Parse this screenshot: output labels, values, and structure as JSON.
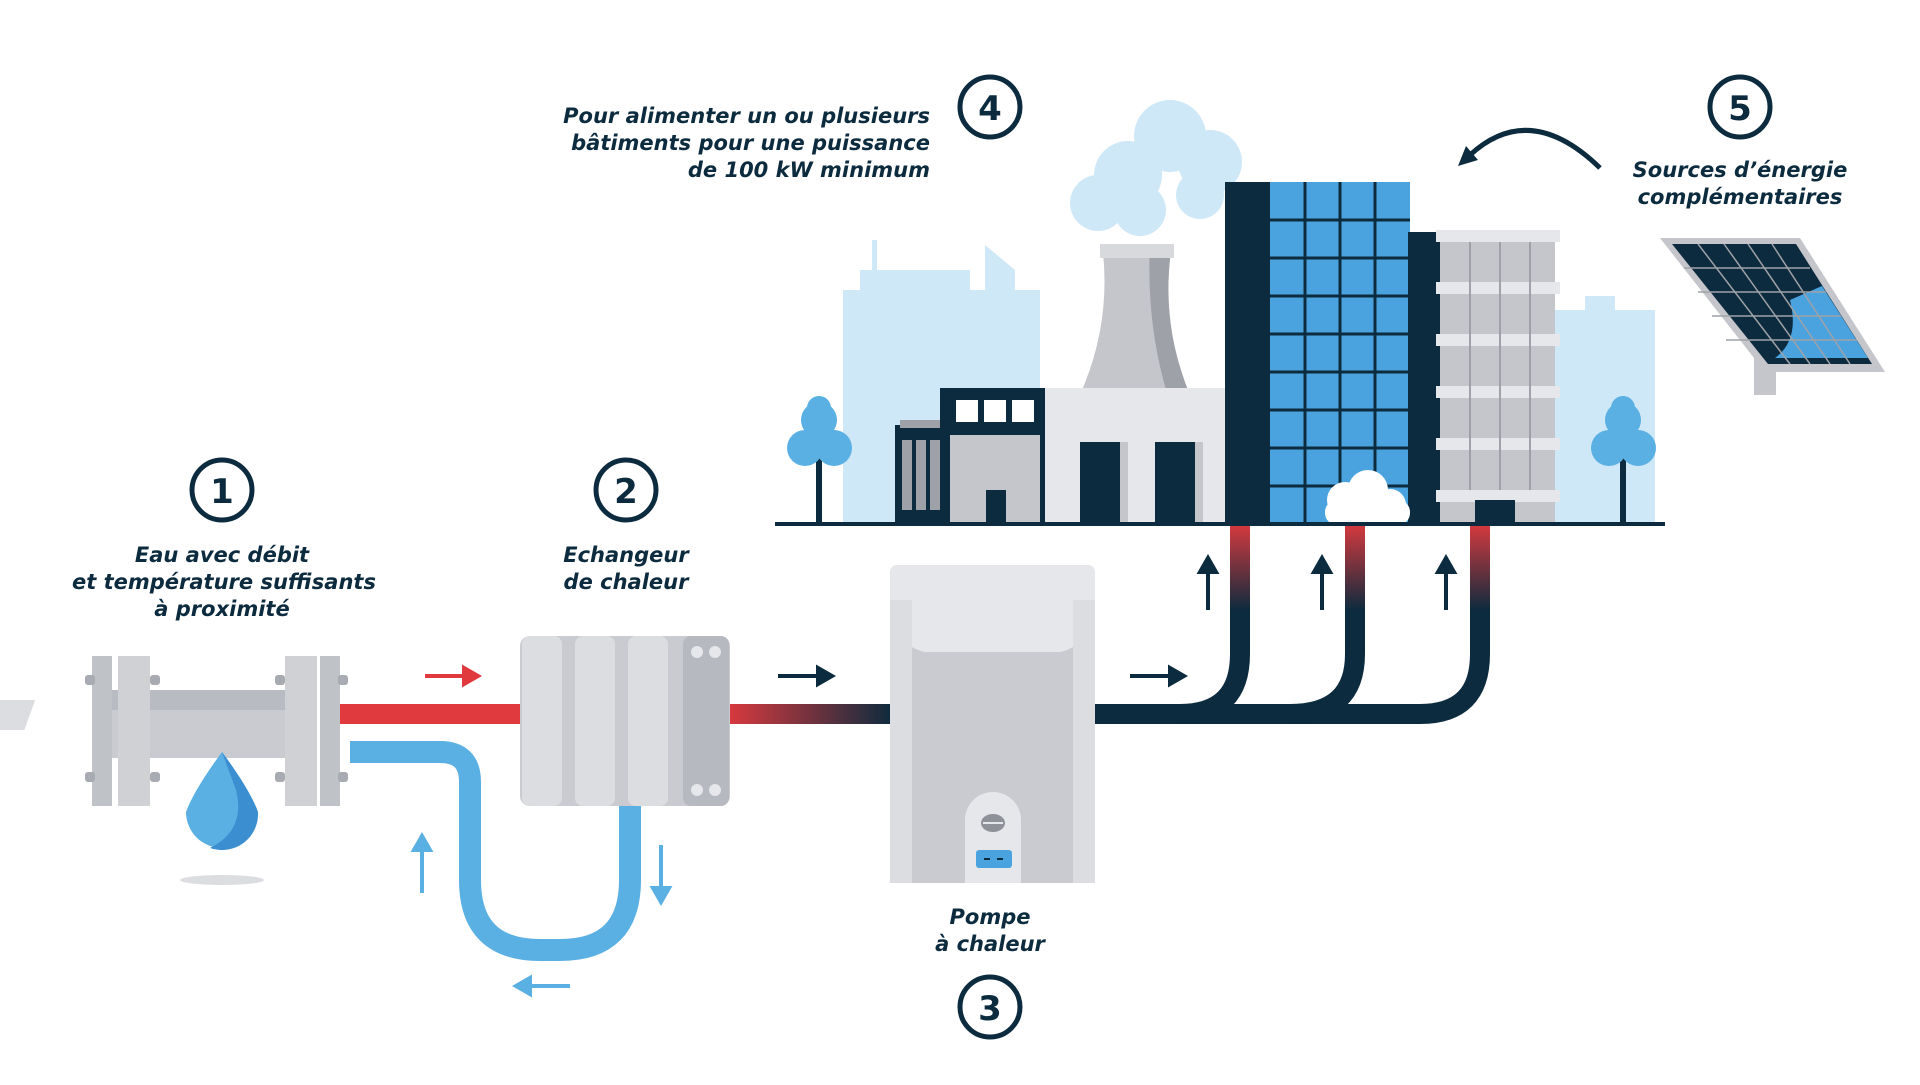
{
  "steps": [
    {
      "number": "1",
      "lines": [
        "Eau avec débit",
        "et température suffisants",
        "à proximité"
      ]
    },
    {
      "number": "2",
      "lines": [
        "Echangeur",
        "de chaleur"
      ]
    },
    {
      "number": "3",
      "lines": [
        "Pompe",
        "à chaleur"
      ]
    },
    {
      "number": "4",
      "lines": [
        "Pour alimenter un ou plusieurs",
        "bâtiments pour une puissance",
        "de 100 kW minimum"
      ]
    },
    {
      "number": "5",
      "lines": [
        "Sources d’énergie",
        "complémentaires"
      ]
    }
  ],
  "icons": [
    "water-drop-icon",
    "pipe-icon",
    "heat-exchanger-icon",
    "heat-pump-icon",
    "factory-icon",
    "office-building-icon",
    "tree-icon",
    "solar-panel-icon",
    "arrow-icon"
  ],
  "colors": {
    "navy": "#0d2b3e",
    "hot_red": "#e03a3e",
    "cold_blue": "#5aafe3",
    "sky_light": "#cfe8f7",
    "glass_blue": "#4aa3df",
    "grey": "#c4c6cb"
  }
}
